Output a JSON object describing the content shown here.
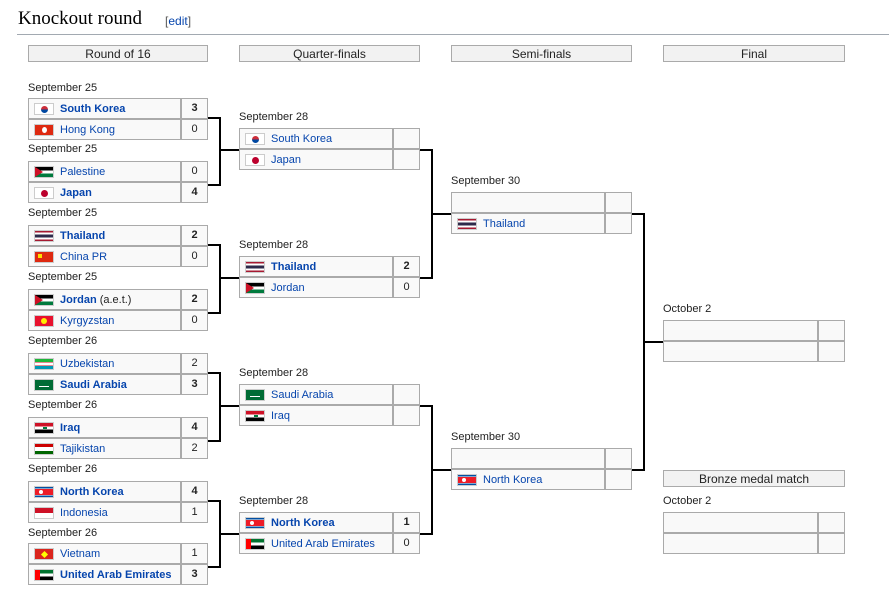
{
  "heading": "Knockout round",
  "edit_link": "edit",
  "rounds": [
    "Round of 16",
    "Quarter-finals",
    "Semi-finals",
    "Final"
  ],
  "bronze_label": "Bronze medal match",
  "r16": [
    {
      "date": "September 25",
      "teams": [
        {
          "name": "South Korea",
          "score": "3",
          "flag": "kor",
          "win": true
        },
        {
          "name": "Hong Kong",
          "score": "0",
          "flag": "hkg"
        }
      ]
    },
    {
      "date": "September 25",
      "teams": [
        {
          "name": "Palestine",
          "score": "0",
          "flag": "ple"
        },
        {
          "name": "Japan",
          "score": "4",
          "flag": "jpn",
          "win": true
        }
      ]
    },
    {
      "date": "September 25",
      "teams": [
        {
          "name": "Thailand",
          "score": "2",
          "flag": "tha",
          "win": true
        },
        {
          "name": "China PR",
          "score": "0",
          "flag": "chn"
        }
      ]
    },
    {
      "date": "September 25",
      "teams": [
        {
          "name": "Jordan",
          "extra": "(a.e.t.)",
          "score": "2",
          "flag": "jor",
          "win": true
        },
        {
          "name": "Kyrgyzstan",
          "score": "0",
          "flag": "kgz"
        }
      ]
    },
    {
      "date": "September 26",
      "teams": [
        {
          "name": "Uzbekistan",
          "score": "2",
          "flag": "uzb"
        },
        {
          "name": "Saudi Arabia",
          "score": "3",
          "flag": "ksa",
          "win": true
        }
      ]
    },
    {
      "date": "September 26",
      "teams": [
        {
          "name": "Iraq",
          "score": "4",
          "flag": "irq",
          "win": true
        },
        {
          "name": "Tajikistan",
          "score": "2",
          "flag": "tjk"
        }
      ]
    },
    {
      "date": "September 26",
      "teams": [
        {
          "name": "North Korea",
          "score": "4",
          "flag": "prk",
          "win": true
        },
        {
          "name": "Indonesia",
          "score": "1",
          "flag": "idn"
        }
      ]
    },
    {
      "date": "September 26",
      "teams": [
        {
          "name": "Vietnam",
          "score": "1",
          "flag": "vie"
        },
        {
          "name": "United Arab Emirates",
          "score": "3",
          "flag": "uae",
          "win": true
        }
      ]
    }
  ],
  "qf": [
    {
      "date": "September 28",
      "teams": [
        {
          "name": "South Korea",
          "score": "",
          "flag": "kor"
        },
        {
          "name": "Japan",
          "score": "",
          "flag": "jpn"
        }
      ]
    },
    {
      "date": "September 28",
      "teams": [
        {
          "name": "Thailand",
          "score": "2",
          "flag": "tha",
          "win": true
        },
        {
          "name": "Jordan",
          "score": "0",
          "flag": "jor"
        }
      ]
    },
    {
      "date": "September 28",
      "teams": [
        {
          "name": "Saudi Arabia",
          "score": "",
          "flag": "ksa"
        },
        {
          "name": "Iraq",
          "score": "",
          "flag": "irq"
        }
      ]
    },
    {
      "date": "September 28",
      "teams": [
        {
          "name": "North Korea",
          "score": "1",
          "flag": "prk",
          "win": true
        },
        {
          "name": "United Arab Emirates",
          "score": "0",
          "flag": "uae"
        }
      ]
    }
  ],
  "sf": [
    {
      "date": "September 30",
      "teams": [
        {
          "name": "",
          "score": "",
          "flag": ""
        },
        {
          "name": "Thailand",
          "score": "",
          "flag": "tha"
        }
      ]
    },
    {
      "date": "September 30",
      "teams": [
        {
          "name": "",
          "score": "",
          "flag": ""
        },
        {
          "name": "North Korea",
          "score": "",
          "flag": "prk"
        }
      ]
    }
  ],
  "final": {
    "date": "October 2",
    "teams": [
      {
        "name": "",
        "score": "",
        "flag": ""
      },
      {
        "name": "",
        "score": "",
        "flag": ""
      }
    ]
  },
  "bronze": {
    "date": "October 2",
    "teams": [
      {
        "name": "",
        "score": "",
        "flag": ""
      },
      {
        "name": "",
        "score": "",
        "flag": ""
      }
    ]
  },
  "colors": {
    "link": "#0645ad",
    "header_bg": "#f2f2f2",
    "cell_bg": "#f9f9f9",
    "border": "#aaaaaa"
  }
}
